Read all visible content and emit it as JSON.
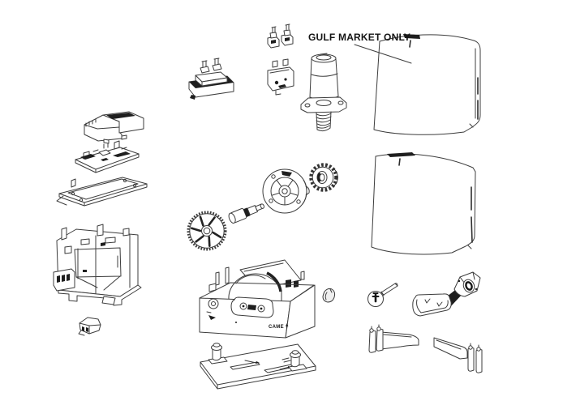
{
  "canvas": {
    "background": "#ffffff",
    "line_color": "#3c3c3c"
  },
  "annotation": {
    "text": "GULF MARKET ONLY",
    "color": "#141414"
  },
  "branding": {
    "came_logo_text": "CAME"
  },
  "diagram": {
    "type": "exploded-parts-diagram",
    "subject": "sliding-gate gearmotor spare parts",
    "parts": [
      {
        "id": "control-board-cover"
      },
      {
        "id": "control-board"
      },
      {
        "id": "board-mounting-plate"
      },
      {
        "id": "chassis-frame"
      },
      {
        "id": "release-latch"
      },
      {
        "id": "transformer"
      },
      {
        "id": "connector-pair"
      },
      {
        "id": "microswitch"
      },
      {
        "id": "motor-worm-shaft"
      },
      {
        "id": "housing-cover-gulf-market"
      },
      {
        "id": "helical-gear"
      },
      {
        "id": "drive-shaft"
      },
      {
        "id": "output-pulley"
      },
      {
        "id": "pinion-gear"
      },
      {
        "id": "housing-cover"
      },
      {
        "id": "gearmotor-body"
      },
      {
        "id": "foundation-plate"
      },
      {
        "id": "cam-clip"
      },
      {
        "id": "release-key"
      },
      {
        "id": "release-lever-lock"
      },
      {
        "id": "limit-switch-bracket-left"
      },
      {
        "id": "limit-switch-bracket-right"
      }
    ]
  }
}
